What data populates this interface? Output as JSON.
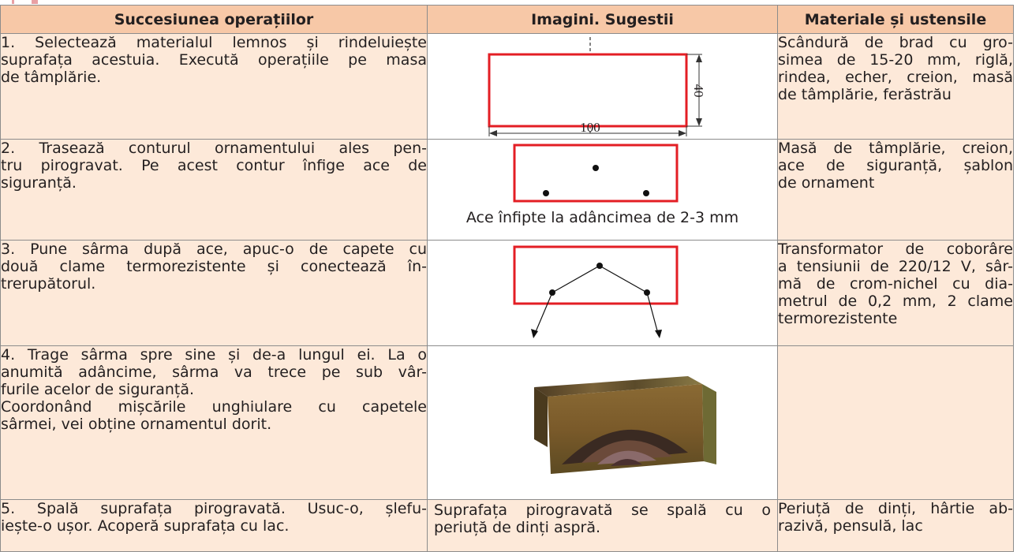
{
  "headers": [
    "Succesiunea operațiilor",
    "Imagini. Sugestii",
    "Materiale și ustensile"
  ],
  "rows": [
    {
      "ops": [
        "1. Selectează materialul lemnos și rindeluiește",
        "suprafața acestuia. Execută operațiile pe masa",
        "de tâmplărie."
      ],
      "materials": [
        "Scândură de brad cu gro-",
        "simea de 15-20 mm, riglă,",
        "rindea, echer, creion, masă",
        "de tâmplărie, ferăstrău"
      ],
      "figure": {
        "width_label": "100",
        "height_label": "40"
      }
    },
    {
      "ops": [
        "2. Trasează conturul ornamentului ales pen-",
        "tru pirogravat. Pe acest contur înfige ace de",
        "siguranță."
      ],
      "materials": [
        "Masă de tâmplărie, creion,",
        "ace de siguranță, șablon",
        "de ornament"
      ],
      "caption": "Ace înfipte la adâncimea de 2-3 mm"
    },
    {
      "ops": [
        "3. Pune sârma după ace, apuc-o de capete cu",
        "două clame termorezistente și conectează în-",
        "trerupătorul."
      ],
      "materials": [
        "Transformator de coborâre",
        "a tensiunii de 220/12 V, sâr-",
        "mă de crom-nichel cu dia-",
        "metrul de 0,2 mm, 2 clame",
        "termorezistente"
      ]
    },
    {
      "ops": [
        "4. Trage sârma spre sine și de-a lungul ei. La o",
        "anumită adâncime, sârma va trece pe sub vâr-",
        "furile acelor de siguranță.",
        "Coordonând mișcările unghiulare cu capetele",
        "sârmei, vei obține ornamentul dorit."
      ],
      "materials": []
    },
    {
      "ops": [
        "5. Spală suprafața pirogravată. Usuc-o, șlefu-",
        "iește-o ușor. Acoperă suprafața cu lac."
      ],
      "suggestion": [
        "Suprafața pirogravată se spală cu o",
        "periuță de dinți aspră."
      ],
      "materials": [
        "Periuță de dinți, hârtie ab-",
        "razivă, pensulă, lac"
      ]
    }
  ]
}
